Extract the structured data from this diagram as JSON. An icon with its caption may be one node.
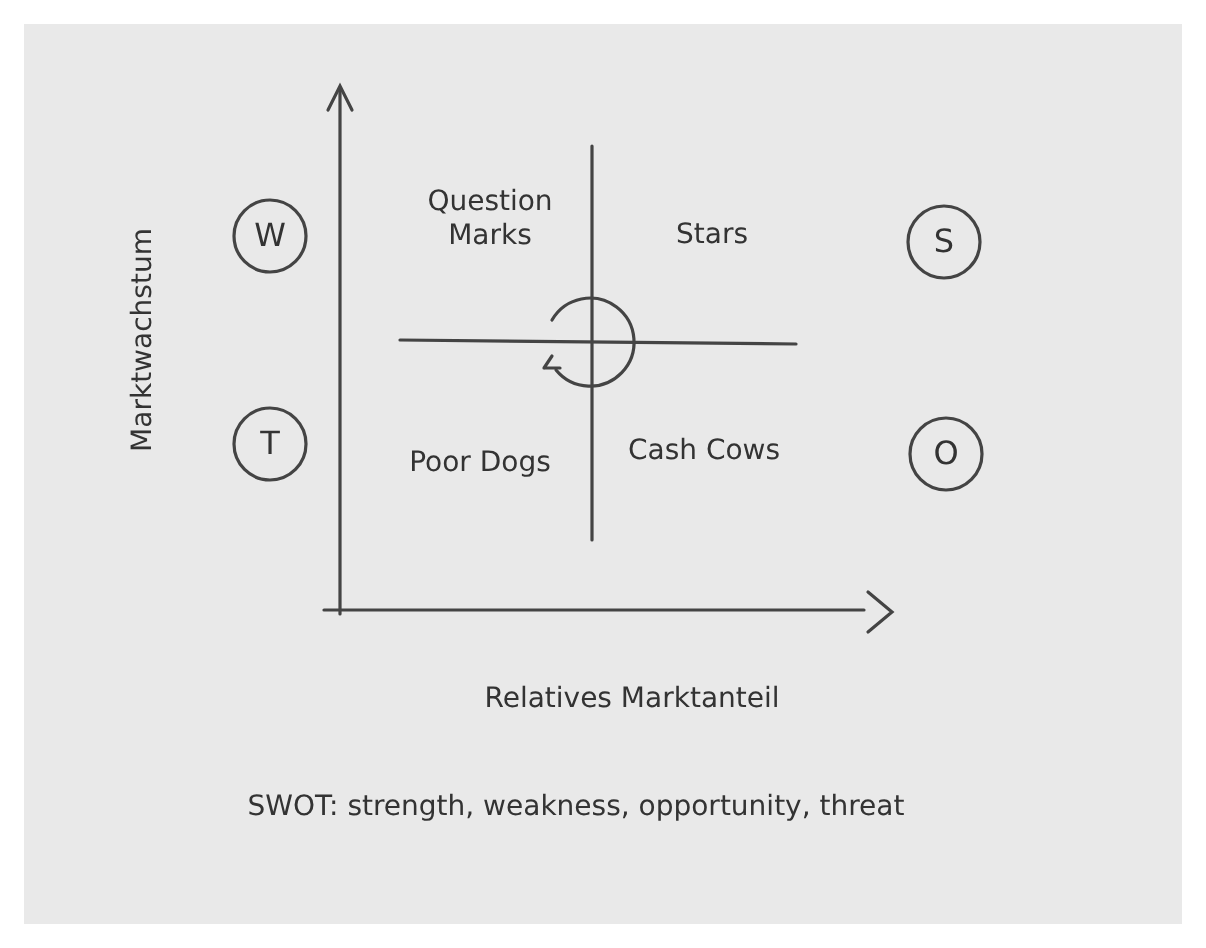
{
  "diagram": {
    "nodes": [
      {
        "text": [
          "W"
        ]
      },
      {
        "text": [
          "S"
        ]
      },
      {
        "text": [
          "T"
        ]
      },
      {
        "text": [
          "O"
        ]
      }
    ],
    "edges": [],
    "labels": [
      "Marktwachstum",
      "Question Marks",
      "Stars",
      "Poor Dogs",
      "Cash Cows",
      "Relatives Marktanteil",
      "SWOT: strength, weakness, opportunity, threat"
    ]
  }
}
